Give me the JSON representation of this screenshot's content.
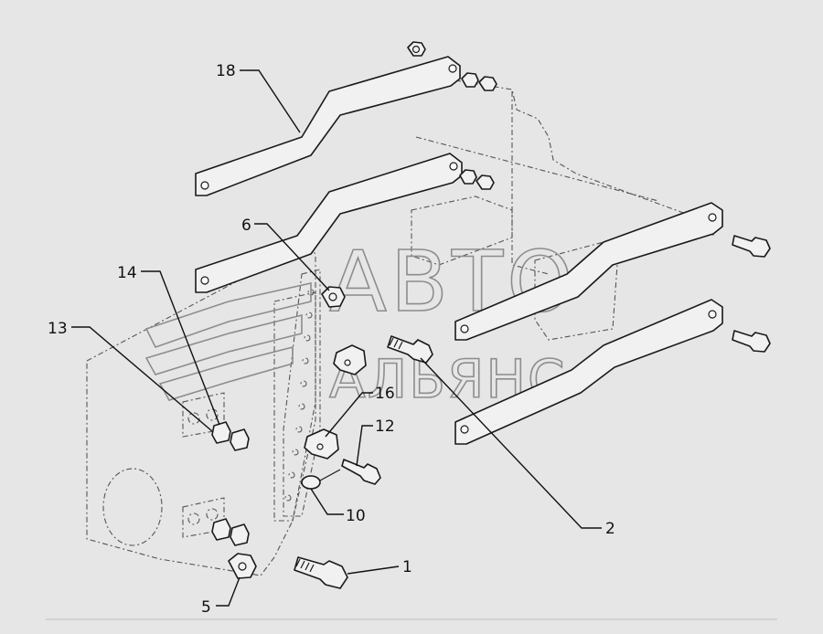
{
  "watermark": {
    "line1": "АВТО",
    "line2": "АЛЬЯНС"
  },
  "callouts": [
    {
      "id": "18",
      "label": "18"
    },
    {
      "id": "6",
      "label": "6"
    },
    {
      "id": "14",
      "label": "14"
    },
    {
      "id": "13",
      "label": "13"
    },
    {
      "id": "16",
      "label": "16"
    },
    {
      "id": "12",
      "label": "12"
    },
    {
      "id": "10",
      "label": "10"
    },
    {
      "id": "2",
      "label": "2"
    },
    {
      "id": "1",
      "label": "1"
    },
    {
      "id": "5",
      "label": "5"
    }
  ],
  "colors": {
    "background": "#e6e6e6",
    "line": "#1a1a1a",
    "watermark": "#8d8d8d"
  }
}
